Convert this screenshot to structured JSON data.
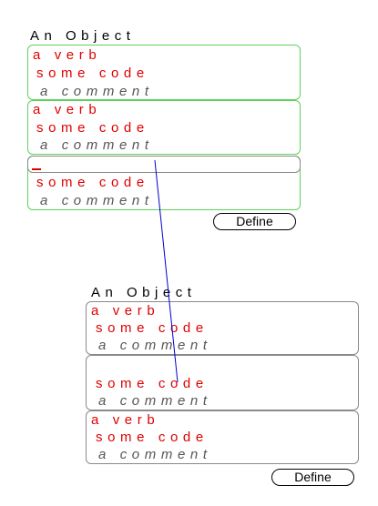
{
  "top": {
    "title": "An Object",
    "blocks": [
      {
        "verb": "a verb",
        "code": "some code",
        "comment": "a comment"
      },
      {
        "verb": "a verb",
        "code": "some code",
        "comment": "a comment"
      },
      {
        "verb": "",
        "code": "some code",
        "comment": "a comment"
      }
    ],
    "define_label": "Define"
  },
  "bottom": {
    "title": "An Object",
    "blocks": [
      {
        "verb": "a verb",
        "code": "some code",
        "comment": "a comment"
      },
      {
        "verb": "",
        "code": "some code",
        "comment": "a comment"
      },
      {
        "verb": "a verb",
        "code": "some code",
        "comment": "a comment"
      }
    ],
    "define_label": "Define"
  },
  "colors": {
    "active_border": "#5bd35b",
    "inactive_border": "#8a8a8a",
    "code": "#e00000",
    "link_line": "#0000cc"
  }
}
